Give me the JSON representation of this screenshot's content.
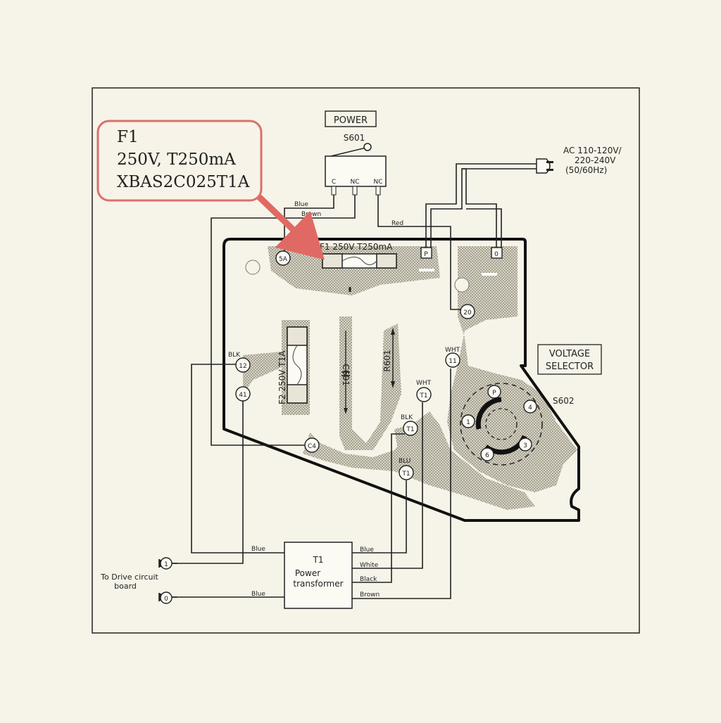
{
  "callout": {
    "line1": "F1",
    "line2": "250V, T250mA",
    "line3": "XBAS2C025T1A",
    "border_color": "#d9716a",
    "arrow_color": "#e06a63"
  },
  "power_switch": {
    "box_label": "POWER",
    "ref": "S601",
    "pins": [
      "C",
      "NC",
      "NC"
    ]
  },
  "ac_input": {
    "line1": "AC 110-120V/",
    "line2": "220-240V",
    "line3": "(50/60Hz)"
  },
  "wires": {
    "blue_top": "Blue",
    "brown_top": "Brown",
    "red_top": "Red",
    "blue_left": "Blue",
    "blue_bottom": "Blue",
    "t1_blue": "Blue",
    "t1_white": "White",
    "t1_black": "Black",
    "t1_brown": "Brown"
  },
  "board": {
    "fuse1_label": "F1 250V  T250mA",
    "fuse2_label": "F2 250V  T1A",
    "c601": "C601",
    "r601": "R601",
    "terminals": {
      "t5a": "5A",
      "tp": "P",
      "t0": "0",
      "t20": "20",
      "t12": "12",
      "t41": "41",
      "t11": "11",
      "tc4": "C4",
      "tt1a": "T1",
      "tt1b": "T1",
      "tt1c": "T1"
    },
    "term_labels": {
      "blk_left": "BLK",
      "wht_top": "WHT",
      "wht_mid": "WHT",
      "blk_mid": "BLK",
      "blu_mid": "BLU"
    }
  },
  "voltage_selector": {
    "box_line1": "VOLTAGE",
    "box_line2": "SELECTOR",
    "ref": "S602",
    "positions": [
      "P",
      "1",
      "6",
      "3",
      "4"
    ]
  },
  "transformer": {
    "ref": "T1",
    "line1": "Power",
    "line2": "transformer"
  },
  "drive": {
    "line1": "To Drive circuit",
    "line2": "board",
    "pin1": "1",
    "pin0": "0"
  }
}
